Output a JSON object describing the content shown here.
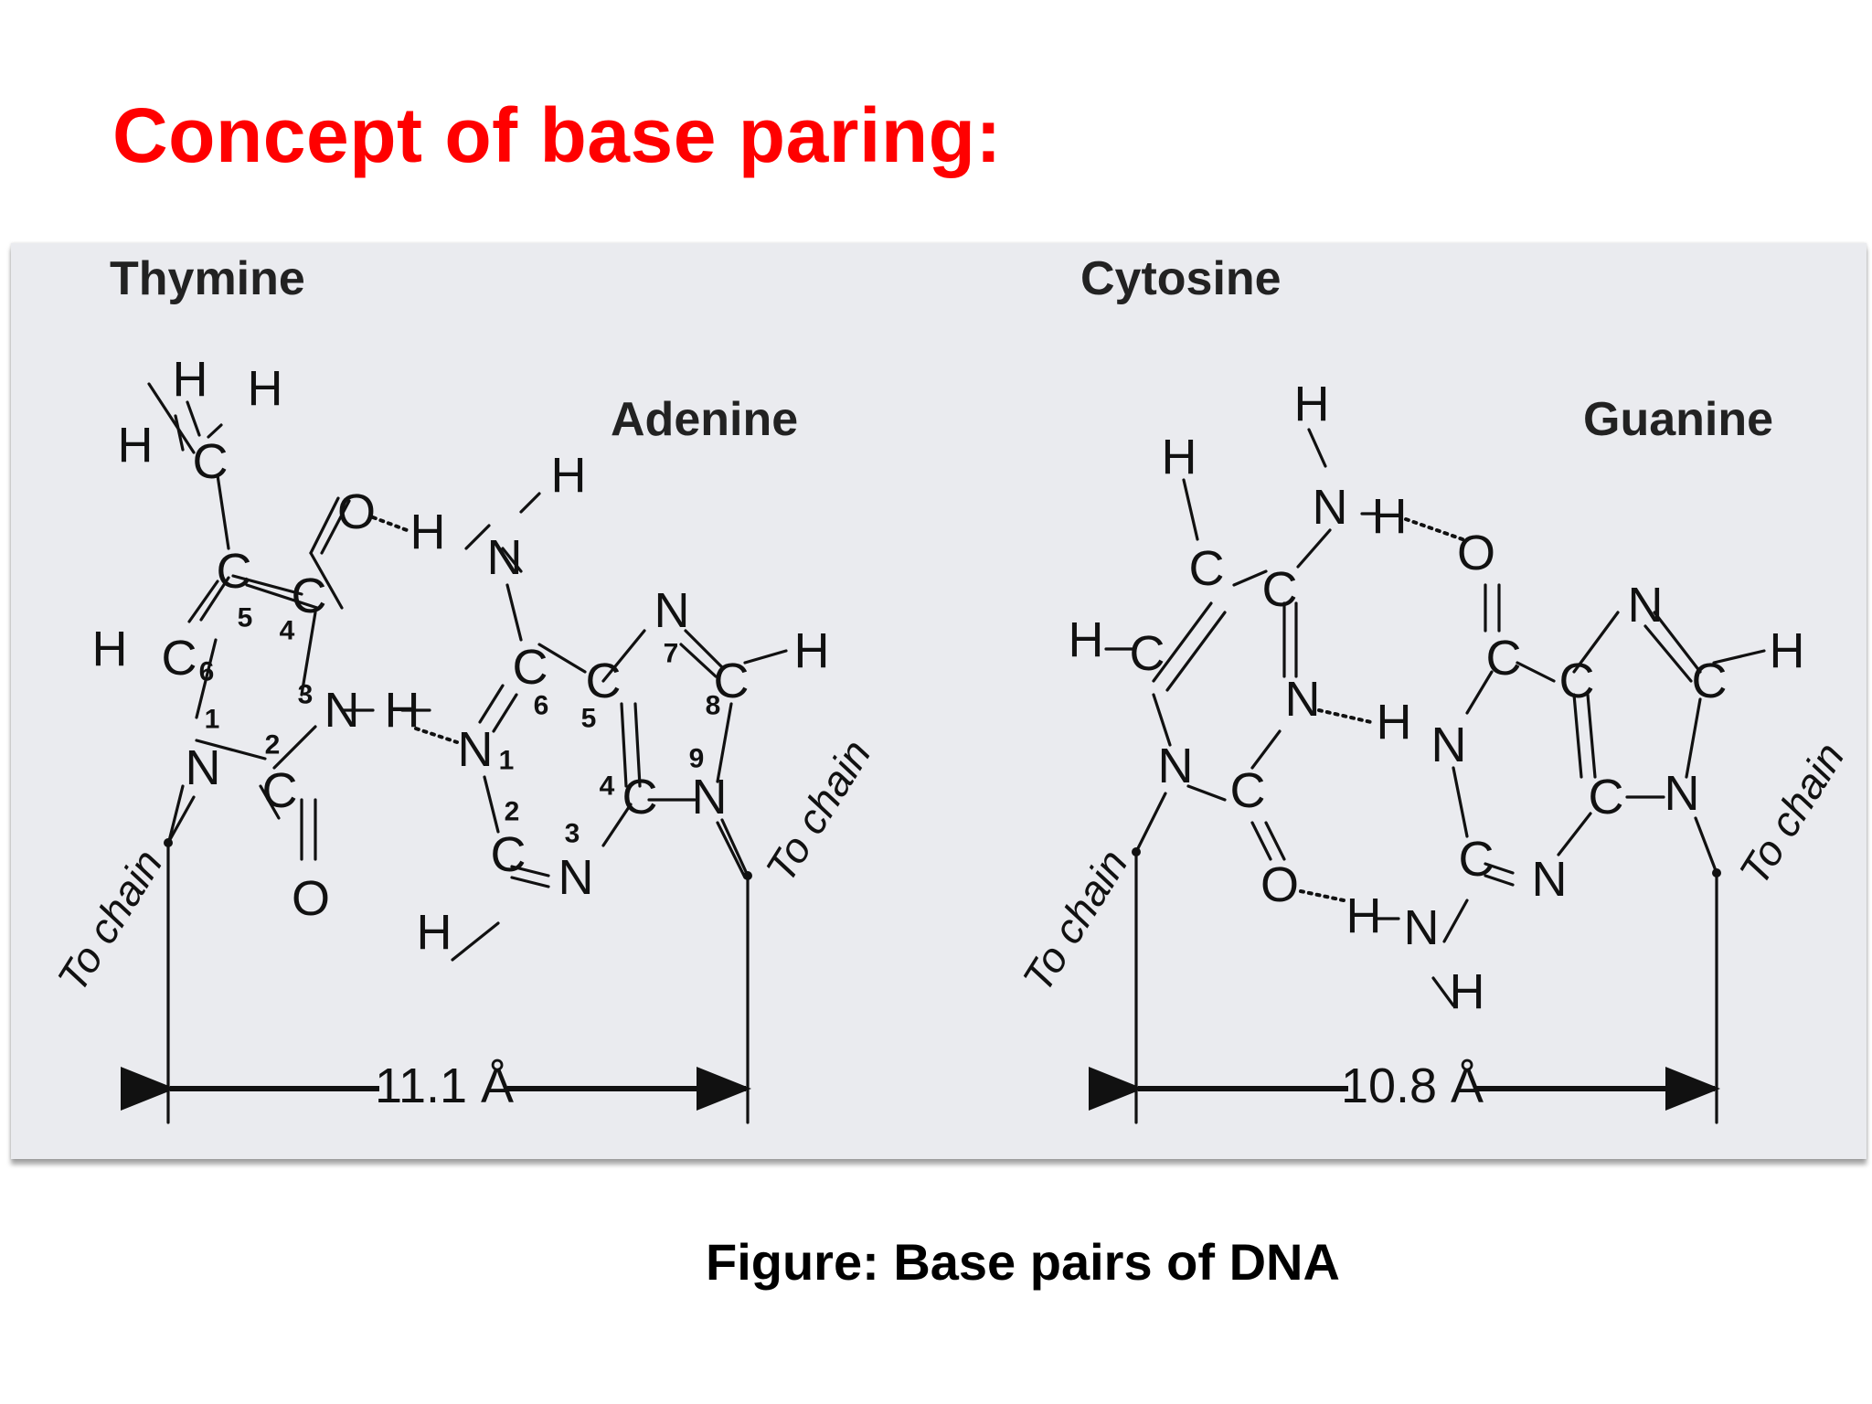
{
  "slide": {
    "title": "Concept of base paring:",
    "caption": "Figure: Base pairs of DNA"
  },
  "figure": {
    "pair1": {
      "base_left": "Thymine",
      "base_right": "Adenine",
      "distance": "11.1 Å"
    },
    "pair2": {
      "base_left": "Cytosine",
      "base_right": "Guanine",
      "distance": "10.8 Å"
    },
    "chain_label": "To chain",
    "atoms": {
      "H": "H",
      "C": "C",
      "N": "N",
      "O": "O"
    }
  },
  "colors": {
    "title": "#ff0000",
    "panel": "#eaebef",
    "ink": "#111111"
  }
}
